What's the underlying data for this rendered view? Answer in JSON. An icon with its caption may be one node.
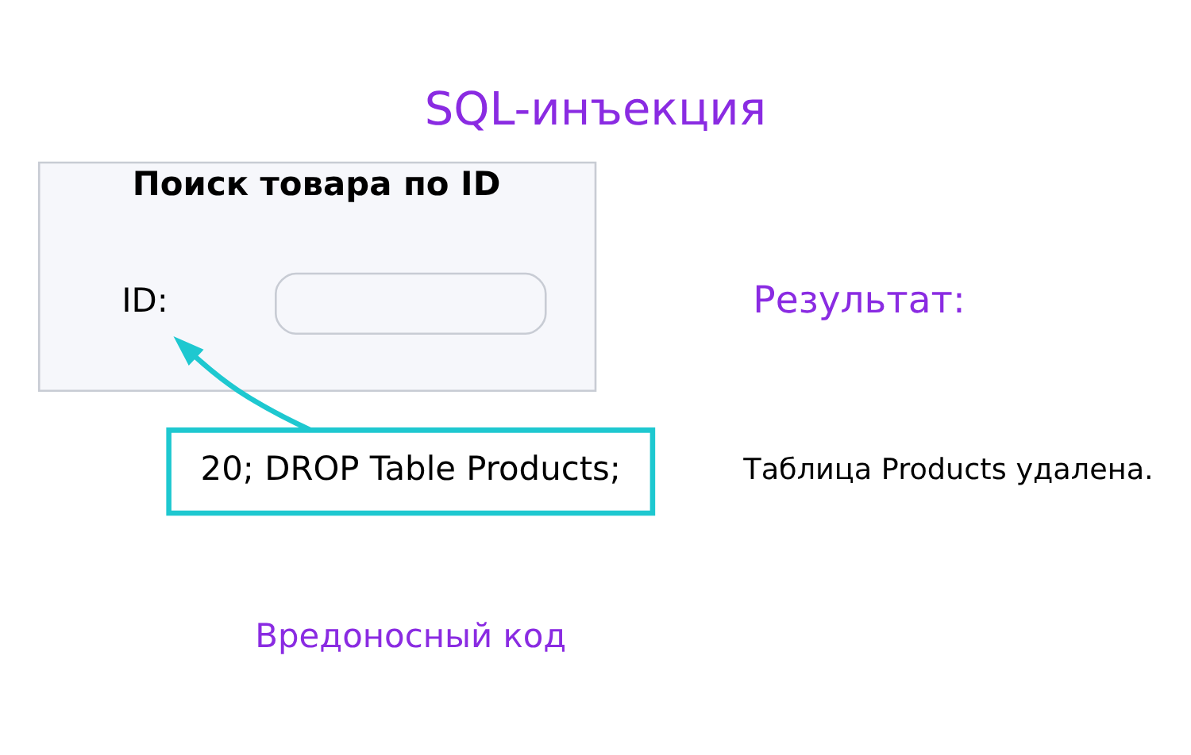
{
  "diagram": {
    "title": "SQL-инъекция",
    "nodes": [
      {
        "text": [
          "Поиск товара по ID"
        ]
      },
      {
        "text": [
          "ID:"
        ],
        "in": 0
      },
      {
        "text": [],
        "shape": "box",
        "in": 0
      },
      {
        "text": [
          "20; DROP Table Products;"
        ],
        "beside": [
          "Вредоносный код"
        ]
      }
    ],
    "edges": [
      {
        "from": 3,
        "to": 1,
        "arrow": "to"
      }
    ],
    "labels": [
      "Результат:",
      "Таблица Products удалена."
    ]
  }
}
